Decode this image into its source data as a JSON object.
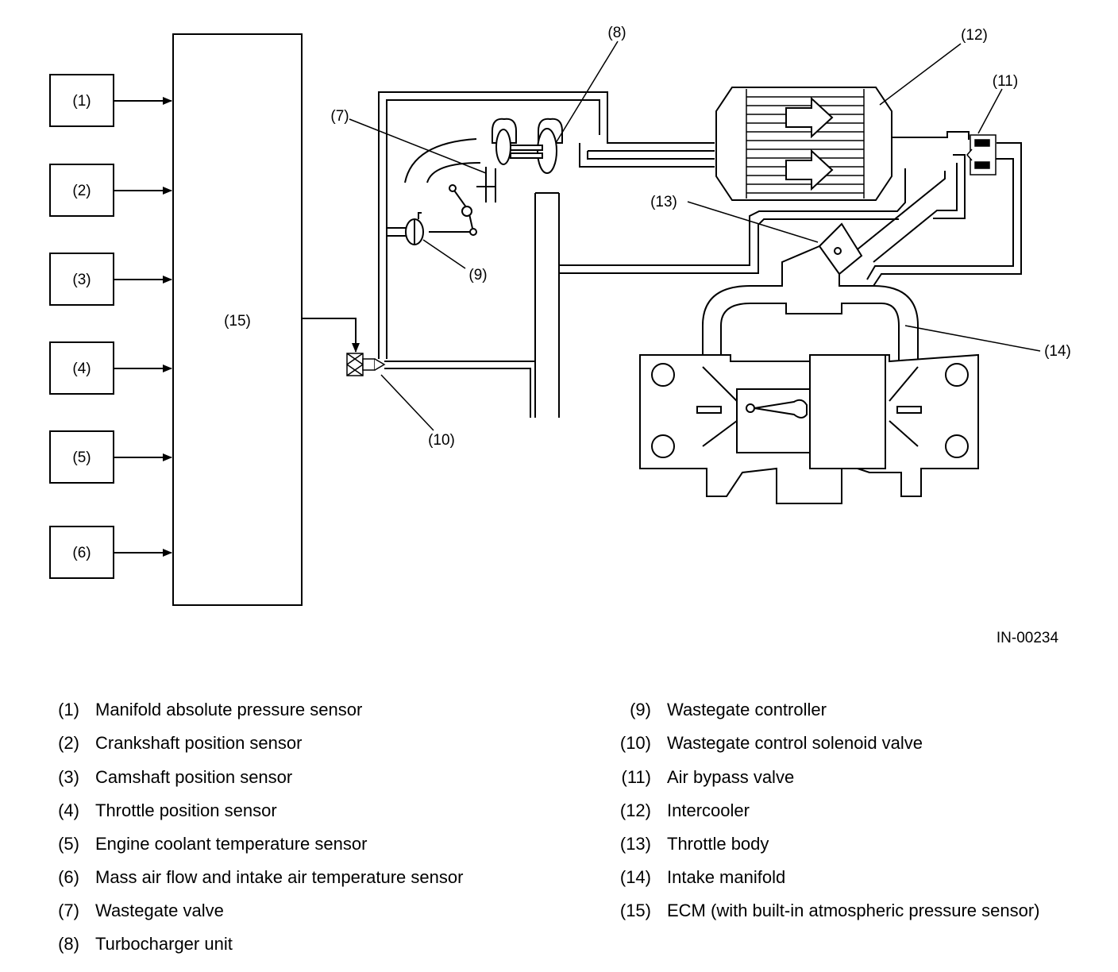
{
  "diagram": {
    "sensor_boxes": [
      "(1)",
      "(2)",
      "(3)",
      "(4)",
      "(5)",
      "(6)"
    ],
    "ecm_label": "(15)",
    "callouts": {
      "c7": "(7)",
      "c8": "(8)",
      "c9": "(9)",
      "c10": "(10)",
      "c11": "(11)",
      "c12": "(12)",
      "c13": "(13)",
      "c14": "(14)"
    },
    "figure_code": "IN-00234"
  },
  "legend": {
    "left": [
      {
        "num": "(1)",
        "text": "Manifold absolute pressure sensor"
      },
      {
        "num": "(2)",
        "text": "Crankshaft position sensor"
      },
      {
        "num": "(3)",
        "text": "Camshaft position sensor"
      },
      {
        "num": "(4)",
        "text": "Throttle position sensor"
      },
      {
        "num": "(5)",
        "text": "Engine coolant temperature sensor"
      },
      {
        "num": "(6)",
        "text": "Mass air flow and intake air temperature sensor"
      },
      {
        "num": "(7)",
        "text": "Wastegate valve"
      },
      {
        "num": "(8)",
        "text": "Turbocharger unit"
      }
    ],
    "right": [
      {
        "num": "(9)",
        "text": "Wastegate controller"
      },
      {
        "num": "(10)",
        "text": "Wastegate control solenoid valve"
      },
      {
        "num": "(11)",
        "text": "Air bypass valve"
      },
      {
        "num": "(12)",
        "text": "Intercooler"
      },
      {
        "num": "(13)",
        "text": "Throttle body"
      },
      {
        "num": "(14)",
        "text": "Intake manifold"
      },
      {
        "num": "(15)",
        "text": "ECM (with built-in atmospheric pressure sensor)"
      }
    ]
  }
}
